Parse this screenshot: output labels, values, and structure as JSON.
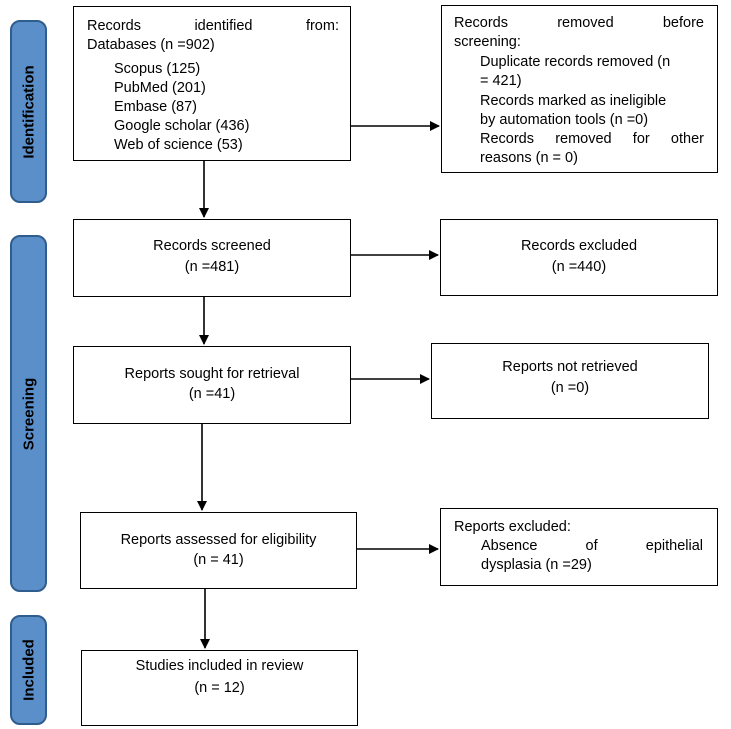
{
  "phases": {
    "identification": "Identification",
    "screening": "Screening",
    "included": "Included"
  },
  "identified": {
    "line1_a": "Records",
    "line1_b": "identified",
    "line1_c": "from:",
    "line2": "Databases (n =902)",
    "sources": [
      "Scopus (125)",
      "PubMed (201)",
      "Embase (87)",
      "Google scholar (436)",
      "Web of science (53)"
    ]
  },
  "removed": {
    "line1_a": "Records",
    "line1_b": "removed",
    "line1_c": "before",
    "line2": "screening:",
    "l3": "Duplicate records removed (n",
    "l4": "= 421)",
    "l5": "Records marked as ineligible",
    "l6": "by automation tools (n =0)",
    "l7_a": "Records",
    "l7_b": "removed",
    "l7_c": "for",
    "l7_d": "other",
    "l8": "reasons (n = 0)"
  },
  "screened": {
    "label": "Records screened",
    "n": "(n =481)"
  },
  "excluded": {
    "label": "Records excluded",
    "n": "(n =440)"
  },
  "sought": {
    "label": "Reports sought for retrieval",
    "n": "(n =41)"
  },
  "not_retrieved": {
    "label": "Reports not retrieved",
    "n": "(n =0)"
  },
  "assessed": {
    "label": "Reports assessed for eligibility",
    "n": "(n = 41)"
  },
  "reports_excluded": {
    "line1": "Reports excluded:",
    "l2_a": "Absence",
    "l2_b": "of",
    "l2_c": "epithelial",
    "l3": "dysplasia (n =29)"
  },
  "included": {
    "label": "Studies included in review",
    "n": "(n = 12)"
  }
}
